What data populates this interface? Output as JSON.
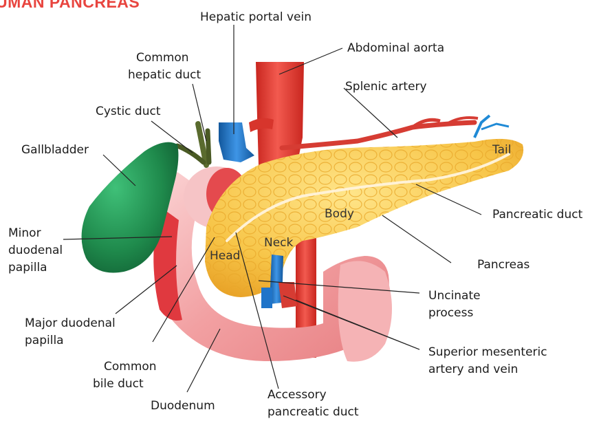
{
  "title": "UMAN PANCREAS",
  "colors": {
    "title": "#e8453f",
    "pancreas": "#f7c548",
    "gallbladder": "#1f8a4c",
    "duodenum": "#f2a0a2",
    "aorta": "#e23a32",
    "vein": "#1f74c9",
    "bile_duct": "#5a6b2e"
  },
  "labels": {
    "hepatic_portal_vein": "Hepatic portal vein",
    "abdominal_aorta": "Abdominal aorta",
    "common_hepatic_duct": [
      "Common",
      "hepatic duct"
    ],
    "splenic_artery": "Splenic artery",
    "cystic_duct": "Cystic duct",
    "gallbladder": "Gallbladder",
    "tail": "Tail",
    "pancreatic_duct": "Pancreatic duct",
    "body": "Body",
    "minor_duodenal_papilla": [
      "Minor",
      "duodenal",
      "papilla"
    ],
    "neck": "Neck",
    "head": "Head",
    "pancreas": "Pancreas",
    "uncinate_process": [
      "Uncinate",
      "process"
    ],
    "major_duodenal_papilla": [
      "Major duodenal",
      "papilla"
    ],
    "superior_mesenteric": [
      "Superior mesenteric",
      "artery and vein"
    ],
    "common_bile_duct": [
      "Common",
      "bile duct"
    ],
    "duodenum": "Duodenum",
    "accessory_pancreatic_duct": [
      "Accessory",
      "pancreatic duct"
    ]
  }
}
